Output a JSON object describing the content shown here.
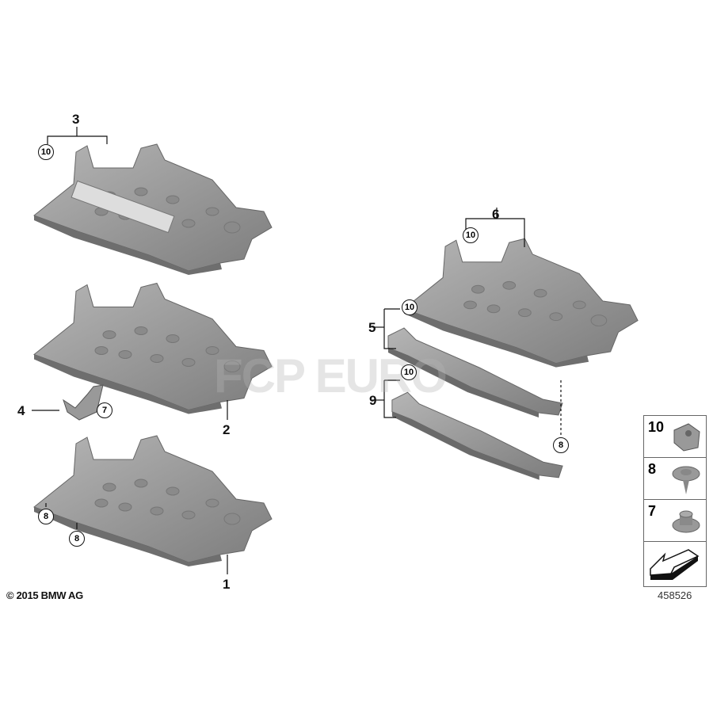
{
  "callouts": {
    "p1": "1",
    "p2": "2",
    "p3": "3",
    "p4": "4",
    "p5": "5",
    "p6": "6",
    "p9": "9",
    "c7": "7",
    "c8": "8",
    "c10": "10"
  },
  "legend": {
    "items": [
      {
        "label": "10",
        "icon": "clip-nut-icon"
      },
      {
        "label": "8",
        "icon": "expanding-rivet-icon"
      },
      {
        "label": "7",
        "icon": "collar-nut-icon"
      }
    ],
    "last_icon": "direction-arrow-icon"
  },
  "watermark": "FCP EURO",
  "copyright": "© 2015 BMW AG",
  "diagram_number": "458526"
}
